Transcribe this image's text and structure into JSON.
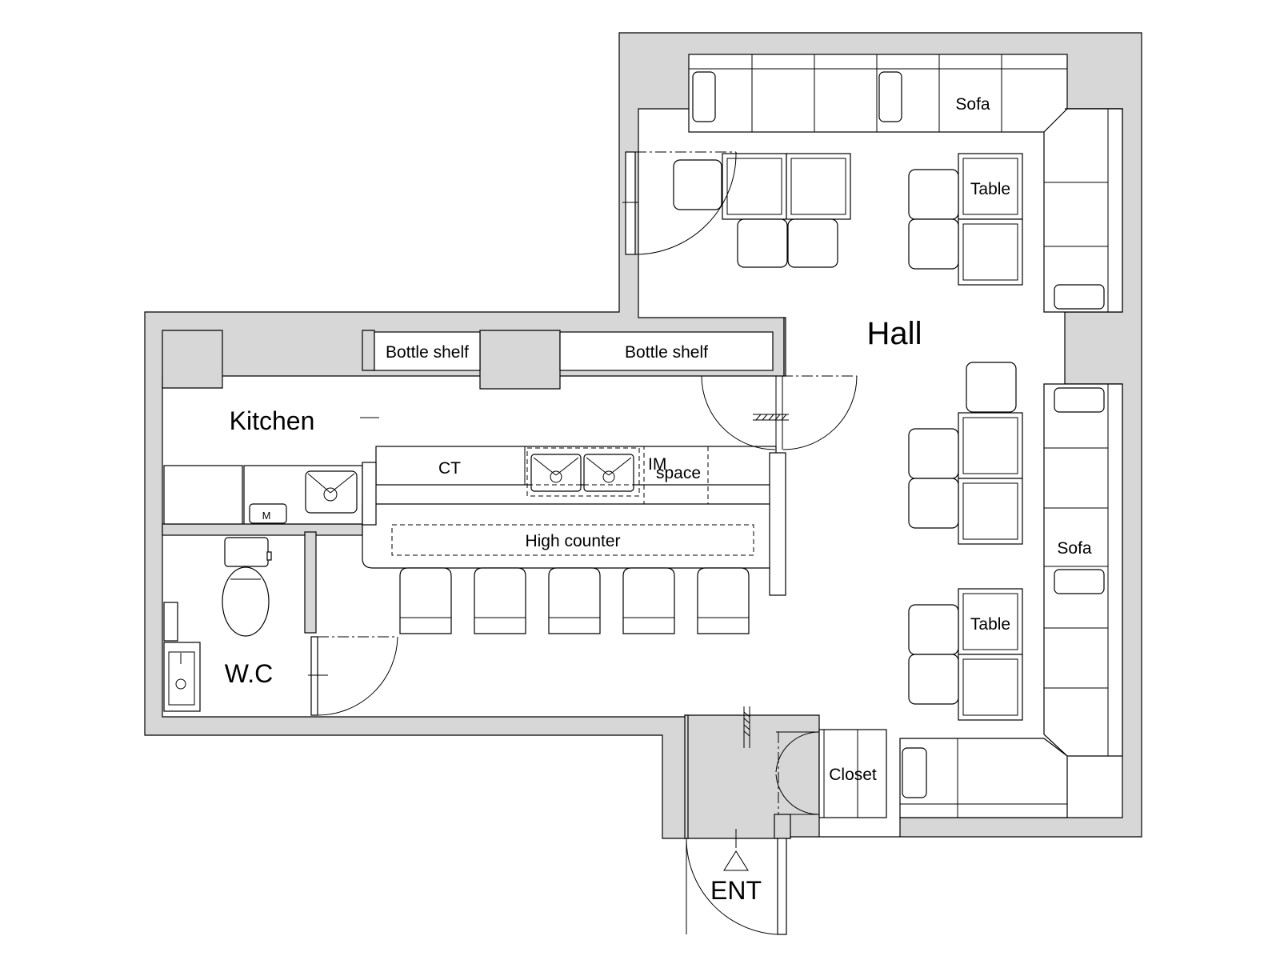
{
  "rooms": {
    "hall": "Hall",
    "kitchen": "Kitchen",
    "wc": "W.C",
    "entrance": "ENT",
    "closet": "Closet"
  },
  "fixtures": {
    "bottle_shelf_left": "Bottle shelf",
    "bottle_shelf_right": "Bottle shelf",
    "ct": "CT",
    "im_space_1": "IM",
    "im_space_2": "space",
    "high_counter": "High counter",
    "sofa_top": "Sofa",
    "sofa_right": "Sofa",
    "table_upper": "Table",
    "table_lower": "Table",
    "microwave": "M"
  },
  "colors": {
    "wall_fill": "#d7d7d7",
    "line": "#000000",
    "background": "#ffffff"
  }
}
